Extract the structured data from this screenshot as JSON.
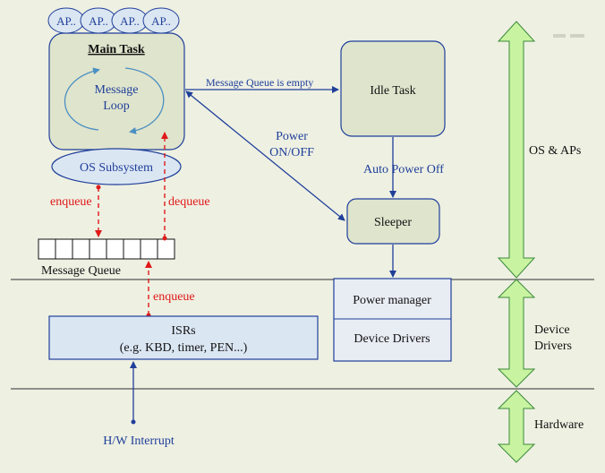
{
  "ap_bubbles": [
    "AP..",
    "AP..",
    "AP..",
    "AP.."
  ],
  "main_task": {
    "title": "Main Task",
    "loop_line1": "Message",
    "loop_line2": "Loop"
  },
  "os_subsystem": "OS Subsystem",
  "idle_task": "Idle Task",
  "sleeper": "Sleeper",
  "message_queue_label": "Message Queue",
  "labels": {
    "queue_empty": "Message Queue is  empty",
    "power_line1": "Power",
    "power_line2": "ON/OFF",
    "auto_power_off": "Auto Power Off",
    "enqueue_top": "enqueue",
    "dequeue": "dequeue",
    "enqueue_bottom": "enqueue",
    "hw_interrupt": "H/W Interrupt"
  },
  "power_manager": "Power manager",
  "device_drivers_box": "Device Drivers",
  "isrs": {
    "line1": "ISRs",
    "line2": "(e.g. KBD, timer, PEN...)"
  },
  "layers": {
    "os_aps": "OS & APs",
    "device_drivers_line1": "Device",
    "device_drivers_line2": "Drivers",
    "hardware": "Hardware"
  },
  "colors": {
    "background": "#eef0e2",
    "box_fill": "#dfe4cc",
    "bubble_fill": "#dbe6f3",
    "blue": "#1f3f9a",
    "red": "#e01919",
    "green_arrow": "#c8f3a0",
    "green_outline": "#3a8a3a"
  }
}
